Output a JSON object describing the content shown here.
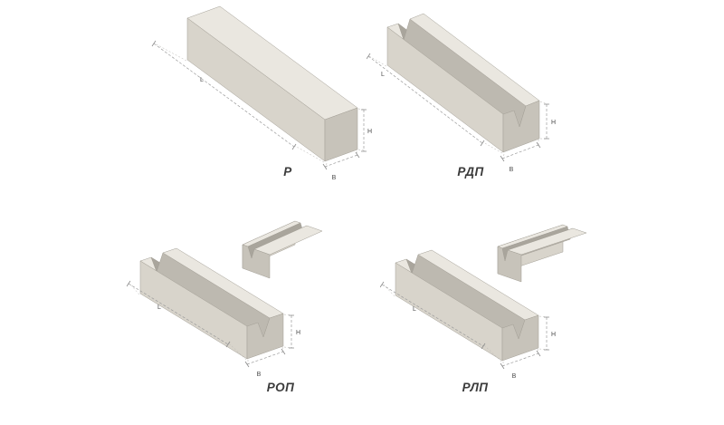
{
  "figures": [
    {
      "id": "r",
      "caption": "Р"
    },
    {
      "id": "rdp",
      "caption": "РДП"
    },
    {
      "id": "rop",
      "caption": "РОП"
    },
    {
      "id": "rlp",
      "caption": "РЛП"
    }
  ],
  "dimensions": {
    "length": "L",
    "height": "H",
    "width": "В"
  },
  "colors": {
    "background": "#ffffff",
    "face_top": "#eae7e0",
    "face_side": "#d8d4cb",
    "face_end": "#c7c3ba",
    "face_groove_near": "#a9a59c",
    "face_groove_far": "#bdb9b0",
    "dimension_line": "#9b9b9b",
    "dimension_text": "#4a4a4a",
    "caption_text": "#3b3b3b"
  }
}
